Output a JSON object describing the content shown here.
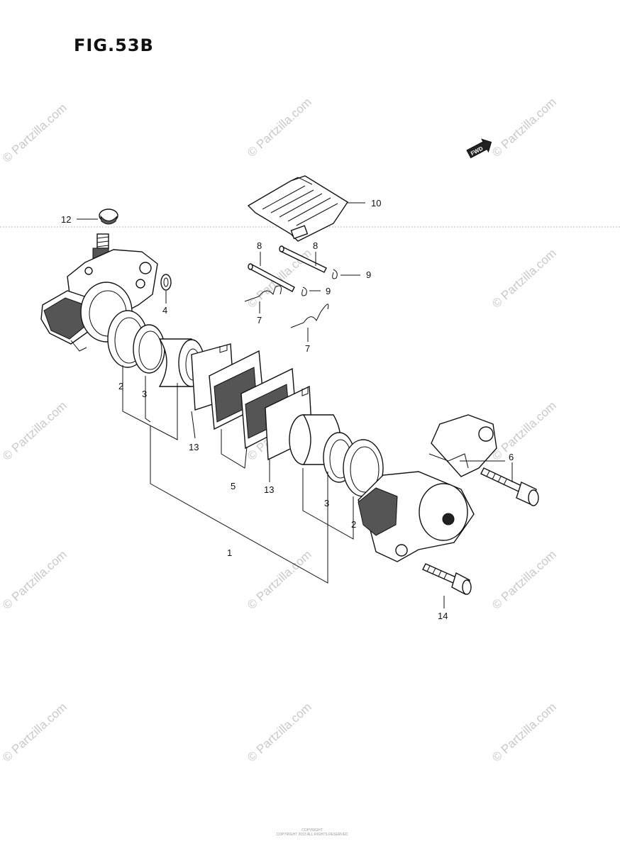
{
  "figure": {
    "title": "FIG.53B"
  },
  "direction_badge": {
    "label": "FWD"
  },
  "watermark": {
    "text": "© Partzilla.com"
  },
  "footer": {
    "line1": "COPYRIGHT",
    "line2": "COPYRIGHT 2013 ALL RIGHTS RESERVED"
  },
  "callouts": {
    "c10": "10",
    "c12": "12",
    "c8a": "8",
    "c8b": "8",
    "c9a": "9",
    "c9b": "9",
    "c4": "4",
    "c7a": "7",
    "c7b": "7",
    "c2a": "2",
    "c3a": "3",
    "c13a": "13",
    "c5": "5",
    "c13b": "13",
    "c6": "6",
    "c3b": "3",
    "c2b": "2",
    "c1": "1",
    "c14": "14"
  }
}
